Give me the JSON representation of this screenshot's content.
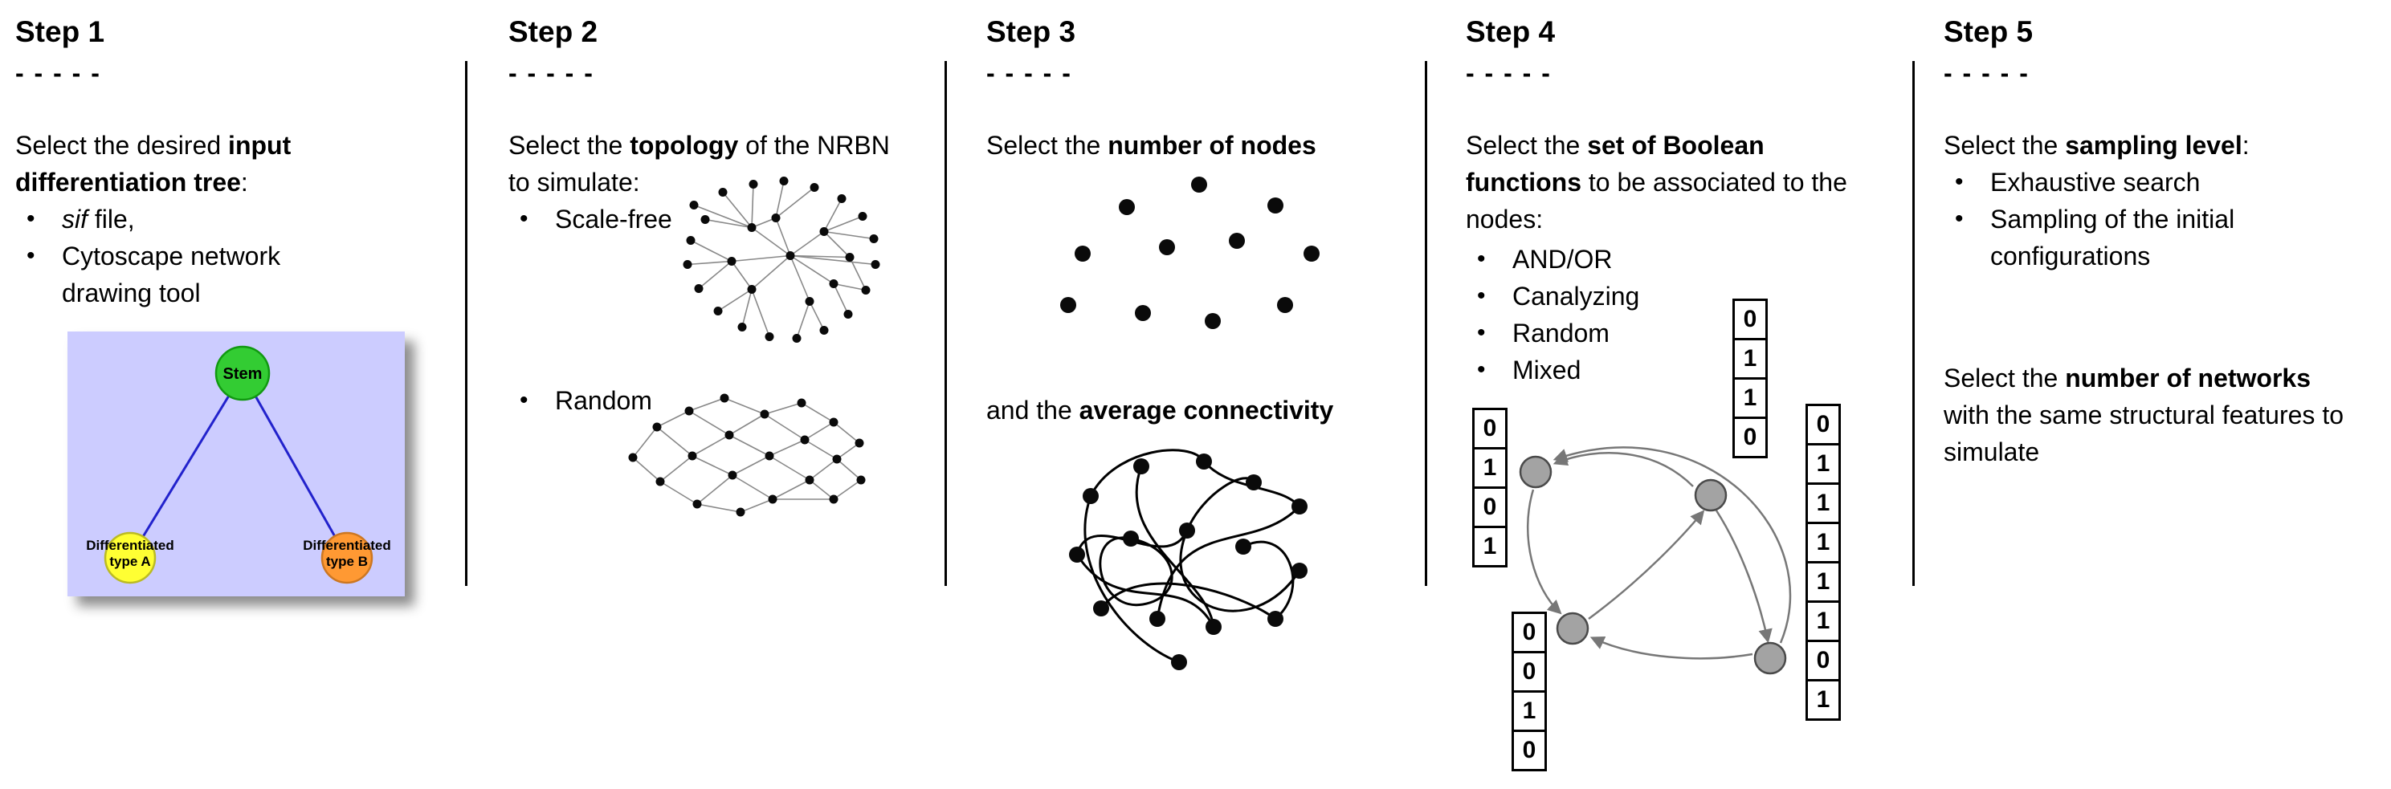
{
  "ui": {
    "bullet": "•"
  },
  "step1": {
    "title": "Step 1",
    "dashes": "- - - - -",
    "intro_pre": "Select the desired ",
    "intro_bold": "input differentiation tree",
    "intro_post": ":",
    "bullet1_italic": "sif",
    "bullet1_rest": " file,",
    "bullet2": "Cytoscape network drawing tool",
    "tree": {
      "stem_label": "Stem",
      "node_a_line1": "Differentiated",
      "node_a_line2": "type A",
      "node_b_line1": "Differentiated",
      "node_b_line2": "type B",
      "colors": {
        "background": "#ccccff",
        "stem": "#33cc33",
        "type_a": "#ffff33",
        "type_b": "#ff9933",
        "edge": "#2222cc"
      }
    }
  },
  "step2": {
    "title": "Step 2",
    "dashes": "- - - - -",
    "intro_pre": "Select the ",
    "intro_bold": "topology",
    "intro_post": " of the NRBN to simulate:",
    "bullet1": "Scale-free",
    "bullet2": "Random"
  },
  "step3": {
    "title": "Step 3",
    "dashes": "- - - - -",
    "line1_pre": "Select the ",
    "line1_bold": "number of nodes",
    "line2_pre": "and the ",
    "line2_bold": "average connectivity"
  },
  "step4": {
    "title": "Step 4",
    "dashes": "- - - - -",
    "intro_pre": "Select the ",
    "intro_bold": "set of Boolean functions",
    "intro_post": " to be associated to the nodes:",
    "bullets": [
      "AND/OR",
      "Canalyzing",
      "Random",
      "Mixed"
    ],
    "tables": {
      "left": [
        "0",
        "1",
        "0",
        "1"
      ],
      "top": [
        "0",
        "1",
        "1",
        "0"
      ],
      "bottom_left": [
        "0",
        "0",
        "1",
        "0"
      ],
      "right": [
        "0",
        "1",
        "1",
        "1",
        "1",
        "1",
        "0",
        "1"
      ]
    }
  },
  "step5": {
    "title": "Step 5",
    "dashes": "- - - - -",
    "intro_pre": "Select the ",
    "intro_bold": "sampling level",
    "intro_post": ":",
    "bullets": [
      "Exhaustive search",
      "Sampling of the initial configurations"
    ],
    "second_pre": "Select the ",
    "second_bold": "number of networks",
    "second_post": " with the same structural features to simulate"
  }
}
